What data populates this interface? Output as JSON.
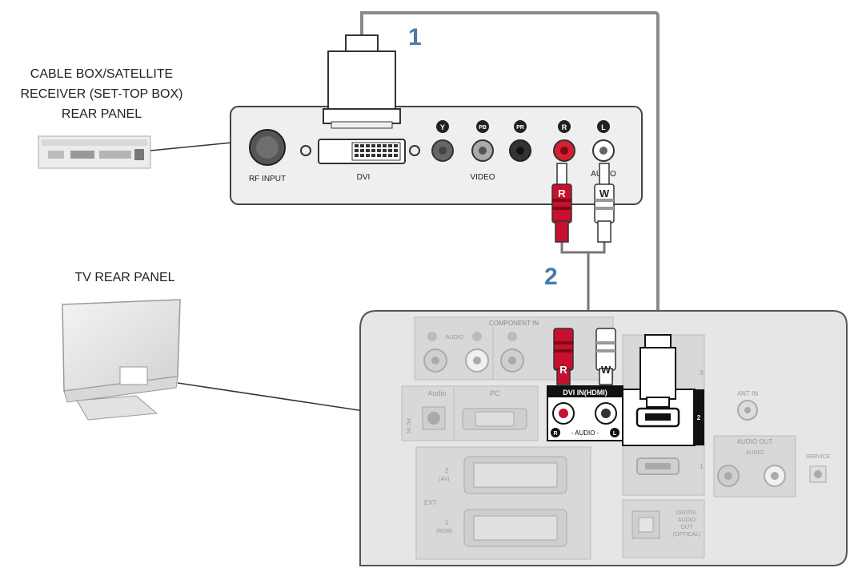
{
  "labels": {
    "stb_line1": "CABLE BOX/SATELLITE",
    "stb_line2": "RECEIVER (SET-TOP BOX)",
    "stb_line3": "REAR PANEL",
    "tv_rear": "TV REAR PANEL",
    "step1": "1",
    "step2": "2"
  },
  "stb_panel": {
    "rf_input": "RF INPUT",
    "dvi": "DVI",
    "video": "VIDEO",
    "audio": "AUDIO",
    "jack_y": "Y",
    "jack_pb": "PB",
    "jack_pr": "PR",
    "jack_r": "R",
    "jack_l": "L"
  },
  "connectors": {
    "plug_r": "R",
    "plug_w": "W"
  },
  "tv_panel": {
    "component_in": "COMPONENT IN",
    "comp_audio": "AUDIO",
    "audio": "Audio",
    "pc": "PC",
    "pc_in": "PC IN",
    "dvi_in_hdmi": "DVI IN(HDMI)",
    "dvi_audio": "- AUDIO -",
    "jack_r": "R",
    "jack_l": "L",
    "ant_in": "ANT IN",
    "audio_out": "AUDIO OUT",
    "audio_out_sub": "AUDIO",
    "service": "SERVICE",
    "ext": "EXT",
    "ext2": "2",
    "ext2_sub": "(AV)",
    "ext1": "1",
    "ext1_sub": "(RGB)",
    "hdmi3": "3",
    "hdmi2": "2",
    "hdmi1": "1",
    "digital_audio_1": "DIGITAL",
    "digital_audio_2": "AUDIO",
    "digital_audio_3": "OUT",
    "digital_audio_4": "(OPTICAL)"
  },
  "colors": {
    "red_plug": "#c8102e",
    "cable": "#888888",
    "panel_fill": "#e6e6e6",
    "step_number": "#4a7aa8"
  }
}
